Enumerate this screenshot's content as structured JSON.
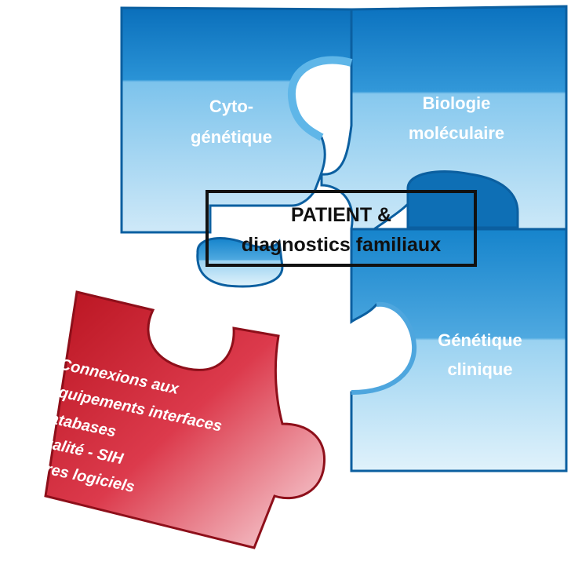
{
  "pieces": {
    "cytogenetique": {
      "line1": "Cyto-",
      "line2": "génétique"
    },
    "biologie": {
      "line1": "Biologie",
      "line2": "moléculaire"
    },
    "genetique": {
      "line1": "Génétique",
      "line2": "clinique"
    }
  },
  "center": {
    "line1": "PATIENT &",
    "line2": "diagnostics familiaux"
  },
  "red_piece": {
    "lines": [
      "Connexions  aux",
      "équipements interfaces",
      "databases",
      "Qualité - SIH",
      "autres logiciels"
    ]
  },
  "colors": {
    "blue_dark": "#0a77c2",
    "blue_light": "#cfe9f8",
    "red_dark": "#c0172a",
    "red_light": "#f7c9cf"
  }
}
